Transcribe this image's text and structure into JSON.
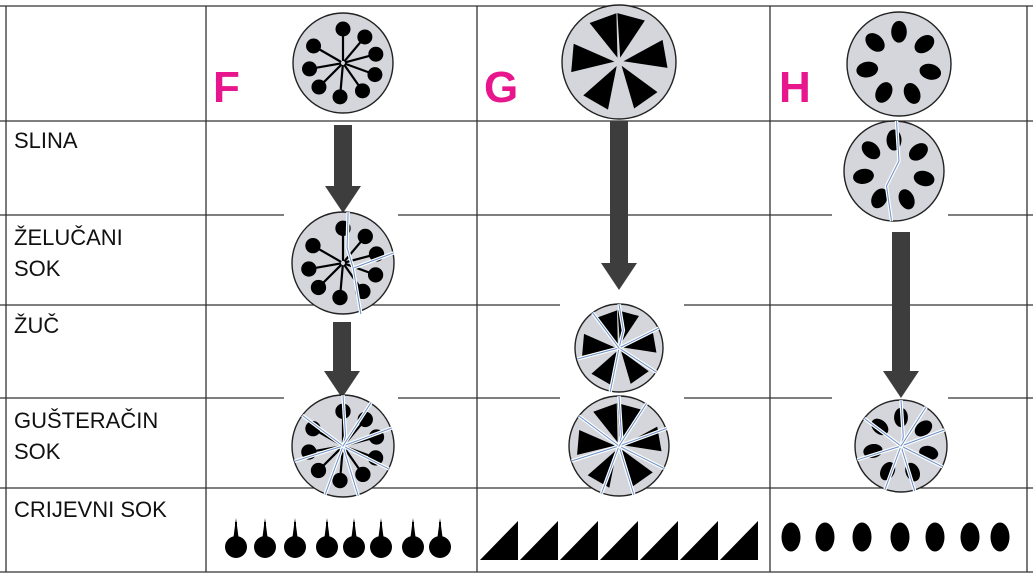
{
  "columns": [
    {
      "letter": "F",
      "shape": "lollipop"
    },
    {
      "letter": "G",
      "shape": "triangle"
    },
    {
      "letter": "H",
      "shape": "oval"
    }
  ],
  "rows": [
    {
      "label": "SLINA"
    },
    {
      "label": "ŽELUČANI SOK",
      "lines": [
        "ŽELUČANI",
        "SOK"
      ]
    },
    {
      "label": "ŽUČ"
    },
    {
      "label": "GUŠTERAČIN SOK",
      "lines": [
        "GUŠTERAČIN",
        "SOK"
      ]
    },
    {
      "label": "CRIJEVNI SOK"
    }
  ],
  "colors": {
    "letter": "#e8168c",
    "grid": "#333333",
    "circle_fill": "#d4d6dc",
    "circle_stroke": "#222222",
    "particle": "#000000",
    "arrow": "#3d3d3d",
    "crack": "#6a8fc7"
  },
  "icons": [
    "lollipop-particle-icon",
    "triangle-particle-icon",
    "oval-particle-icon",
    "down-arrow-icon"
  ]
}
